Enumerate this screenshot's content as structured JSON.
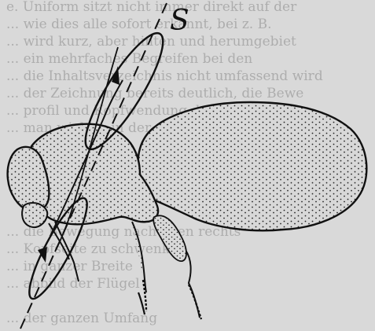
{
  "figure": {
    "axis_label": "S",
    "bleed_through_lines": [
      "e. Uniform sitzt nicht immer direkt auf der",
      "... wie dies alle sofort erkannt, bei z. B.",
      "... wird kurz, aber hinten und herumgebiet",
      "... ein mehrfaches Begreifen bei den",
      "... die Inhaltsverzeichnis nicht umfassend wird",
      "... der Zeichnung bereits deutlich, die Bewe",
      "... profil und Kopfwendung des Tieres zu",
      "... man wichtig in der erweiterten",
      "",
      "",
      "",
      "",
      "",
      "... die Bewegung nach oben rechts",
      "... Kopfseite zu schwenken",
      "... in ganzer Breite",
      "... abbild der Flügel",
      "",
      "... der ganzen Umfang"
    ]
  }
}
